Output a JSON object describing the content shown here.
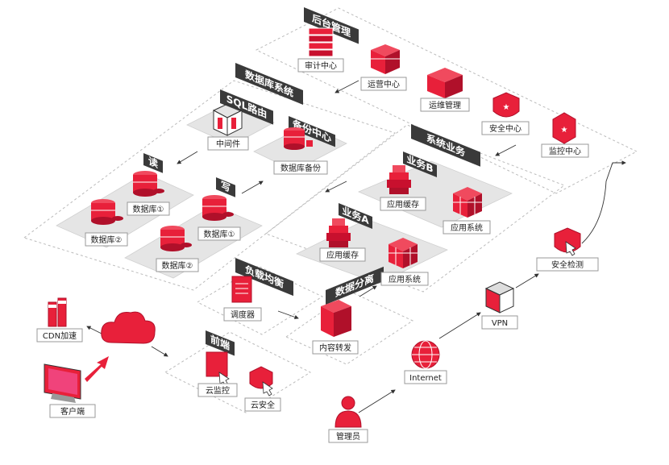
{
  "sections": {
    "backend_mgmt": "后台管理",
    "database_system": "数据库系统",
    "sql_routing": "SQL路由",
    "backup_center": "备份中心",
    "read": "读",
    "write": "写",
    "system_business": "系统业务",
    "business_b": "业务B",
    "business_a": "业务A",
    "load_balance": "负载均衡",
    "data_split": "数据分离",
    "frontend": "前端"
  },
  "nodes": {
    "audit_center": "审计中心",
    "ops_center": "运营中心",
    "maintenance_mgmt": "运维管理",
    "security_center": "安全中心",
    "monitor_center": "监控中心",
    "middleware": "中间件",
    "db_backup": "数据库备份",
    "db_read_1": "数据库①",
    "db_read_2": "数据库②",
    "db_write_1": "数据库①",
    "db_write_2": "数据库②",
    "app_cache_b": "应用缓存",
    "app_system_b": "应用系统",
    "app_cache_a": "应用缓存",
    "app_system_a": "应用系统",
    "scheduler": "调度器",
    "content_forward": "内容转发",
    "cloud_monitor": "云监控",
    "cloud_security": "云安全",
    "cdn": "CDN加速",
    "client": "客户端",
    "internet": "Internet",
    "vpn": "VPN",
    "security_check": "安全检测",
    "admin": "管理员"
  },
  "colors": {
    "accent": "#e8203a",
    "dark_accent": "#b0102a",
    "label_bg": "#3a3a3a",
    "platform": "#e6e6e6",
    "dash": "#bbbbbb"
  }
}
